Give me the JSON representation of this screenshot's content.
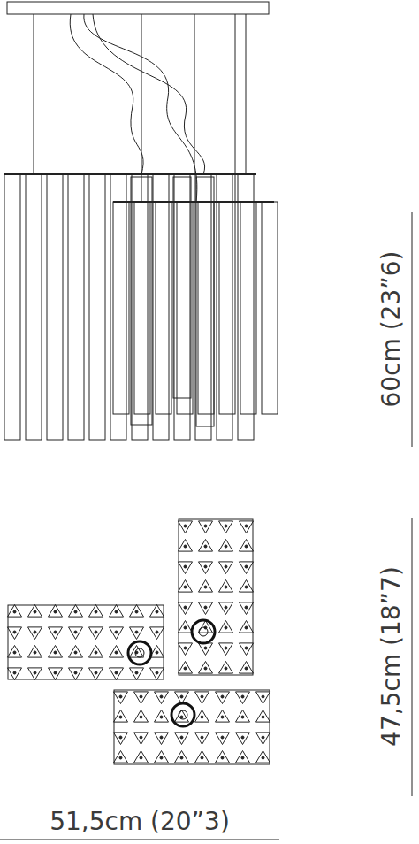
{
  "diagram": {
    "labels": [
      "60cm (23”6)",
      "47,5cm (18”7)",
      "51,5cm (20”3)"
    ]
  }
}
